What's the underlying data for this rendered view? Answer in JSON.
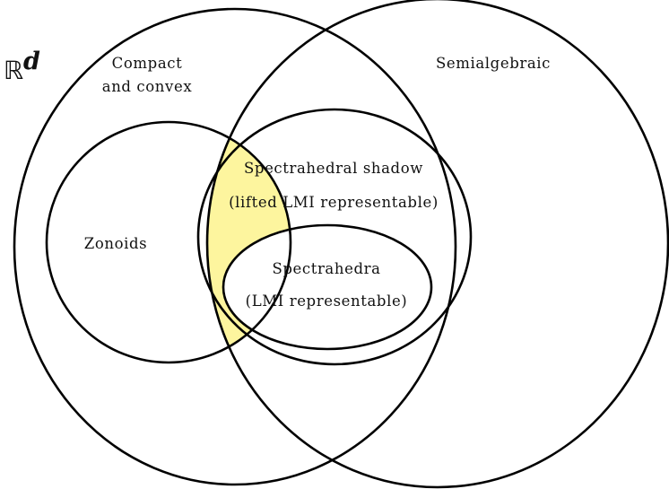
{
  "diagram": {
    "space_symbol": "ℝ",
    "space_exponent": "d",
    "highlight_color": "#fdf59e",
    "stroke_color": "#000000",
    "sets": {
      "compact_convex": {
        "lines": [
          "Compact",
          "and convex"
        ]
      },
      "semialgebraic": {
        "lines": [
          "Semialgebraic"
        ]
      },
      "zonoids": {
        "lines": [
          "Zonoids"
        ]
      },
      "spectrahedral_shadow": {
        "lines": [
          "Spectrahedral shadow",
          "(lifted LMI representable)"
        ]
      },
      "spectrahedra": {
        "lines": [
          "Spectrahedra",
          "(LMI representable)"
        ]
      }
    }
  }
}
